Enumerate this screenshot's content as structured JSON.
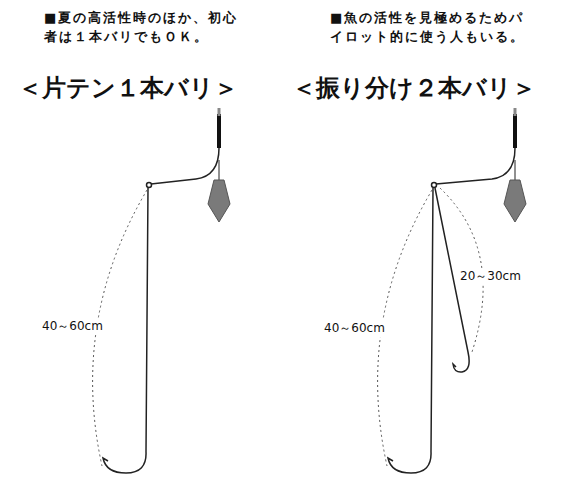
{
  "diagram": {
    "labels": [
      "■夏の高活性時のほか、初心 者は１本バリでもＯＫ。",
      "＜片テン１本バリ＞",
      "40～60cm",
      "■魚の活性を見極めるためパ イロット的に使う人もいる。",
      "＜振り分け２本バリ＞",
      "20～30cm",
      "40～60cm"
    ]
  }
}
